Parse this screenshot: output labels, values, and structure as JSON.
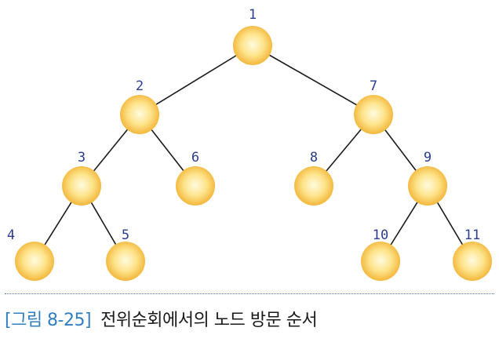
{
  "caption": {
    "figure_label": "[그림 8-25]",
    "text": "전위순회에서의 노드 방문 순서"
  },
  "colors": {
    "node_center": "#fffbe0",
    "node_mid": "#fde38a",
    "node_edge": "#f3b63a",
    "label": "#2a3d8f",
    "caption_label": "#2f7fc1",
    "edge": "#1a1a1a",
    "divider": "#4a7bc0"
  },
  "tree": {
    "nodes": [
      {
        "id": 1,
        "label": "1",
        "parent": null
      },
      {
        "id": 2,
        "label": "2",
        "parent": 1
      },
      {
        "id": 3,
        "label": "3",
        "parent": 2
      },
      {
        "id": 4,
        "label": "4",
        "parent": 3
      },
      {
        "id": 5,
        "label": "5",
        "parent": 3
      },
      {
        "id": 6,
        "label": "6",
        "parent": 2
      },
      {
        "id": 7,
        "label": "7",
        "parent": 1
      },
      {
        "id": 8,
        "label": "8",
        "parent": 7
      },
      {
        "id": 9,
        "label": "9",
        "parent": 7
      },
      {
        "id": 10,
        "label": "10",
        "parent": 9
      },
      {
        "id": 11,
        "label": "11",
        "parent": 9
      }
    ]
  }
}
